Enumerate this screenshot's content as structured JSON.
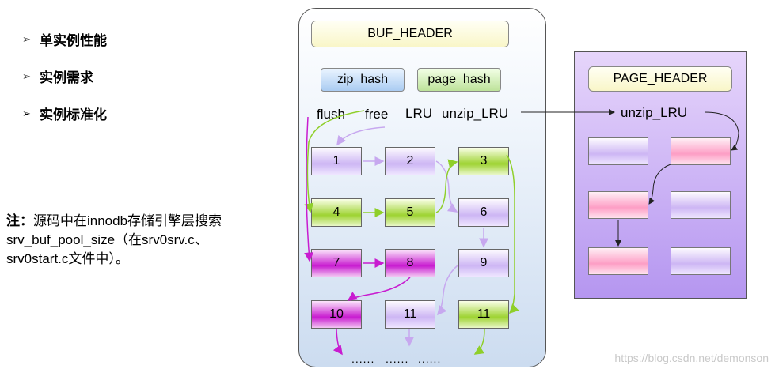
{
  "bullets": [
    "单实例性能",
    "实例需求",
    "实例标准化"
  ],
  "bullet_marker": "➢",
  "note": {
    "prefix": "注：",
    "line1": "源码中在innodb存储引擎层搜索",
    "line2": "srv_buf_pool_size（在srv0srv.c、",
    "line3": "srv0start.c文件中）。"
  },
  "buf_pool": {
    "header": "BUF_HEADER",
    "zip_hash": "zip_hash",
    "page_hash": "page_hash",
    "lists": [
      "flush",
      "free",
      "LRU",
      "unzip_LRU"
    ],
    "blocks": [
      "1",
      "2",
      "3",
      "4",
      "5",
      "6",
      "7",
      "8",
      "9",
      "10",
      "11",
      "11"
    ],
    "ellipsis": [
      "......",
      "......",
      "......"
    ]
  },
  "page": {
    "header": "PAGE_HEADER",
    "unzip_lru": "unzip_LRU"
  },
  "colors": {
    "lavender": "#cdb6f4",
    "green": "#9ed332",
    "magenta": "#c81cd0",
    "pink": "#fd9ec5",
    "page_bg": "#c4a8f4"
  },
  "watermark": "https://blog.csdn.net/demonson"
}
